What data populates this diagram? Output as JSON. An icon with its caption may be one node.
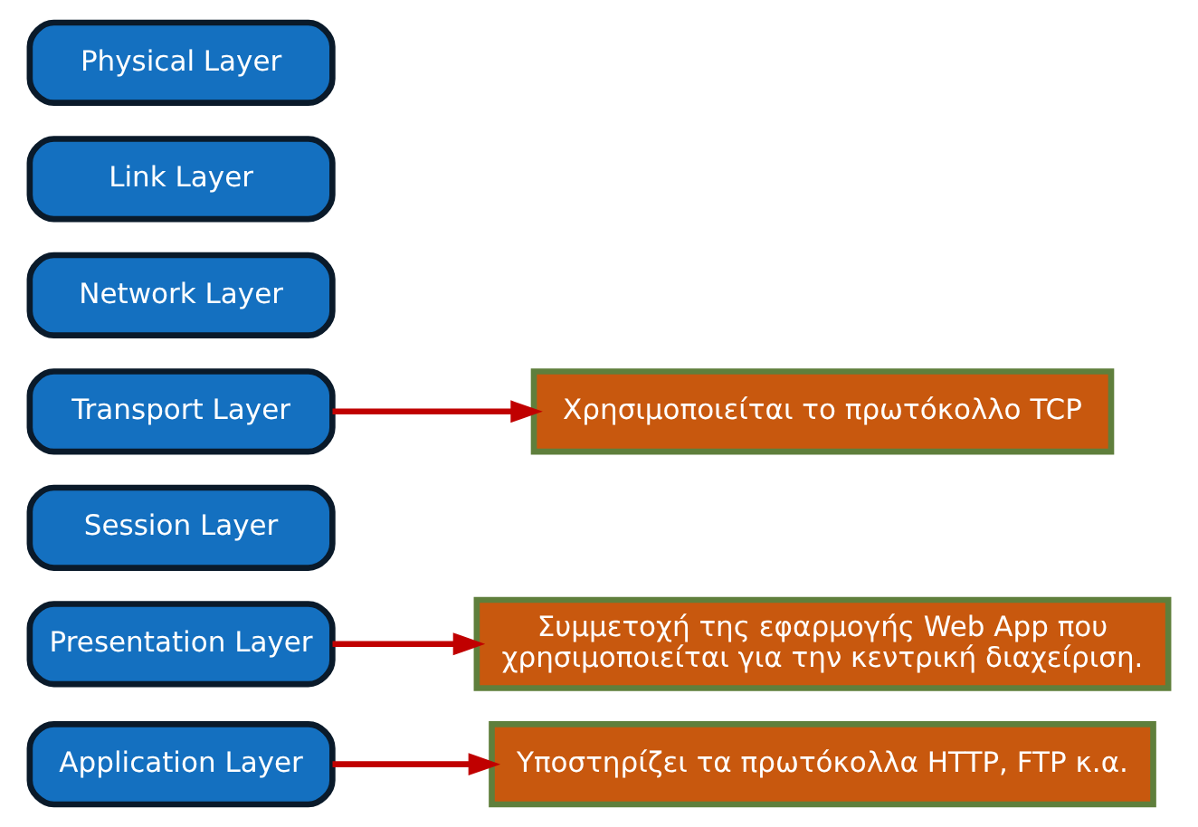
{
  "diagram": {
    "nodes": [
      {
        "text": [
          "Application Layer"
        ]
      },
      {
        "text": [
          "Presentation Layer"
        ]
      },
      {
        "text": [
          "Session Layer"
        ]
      },
      {
        "text": [
          "Transport Layer"
        ]
      },
      {
        "text": [
          "Network Layer"
        ]
      },
      {
        "text": [
          "Link Layer"
        ]
      },
      {
        "text": [
          "Physical Layer"
        ]
      },
      {
        "text": [
          "Υποστηρίζει τα πρωτόκολλα HTTP, FTP κ.α."
        ]
      },
      {
        "text": [
          "Συμμετοχή της εφαρμογής Web App που χρησιμοποιείται για την κεντρική διαχείριση."
        ]
      },
      {
        "text": [
          "Χρησιμοποιείται το πρωτόκολλο TCP"
        ]
      }
    ],
    "edges": [
      {
        "from": 0,
        "to": 7,
        "arrow": "to"
      },
      {
        "from": 1,
        "to": 8,
        "arrow": "to"
      },
      {
        "from": 3,
        "to": 9,
        "arrow": "to"
      }
    ]
  }
}
